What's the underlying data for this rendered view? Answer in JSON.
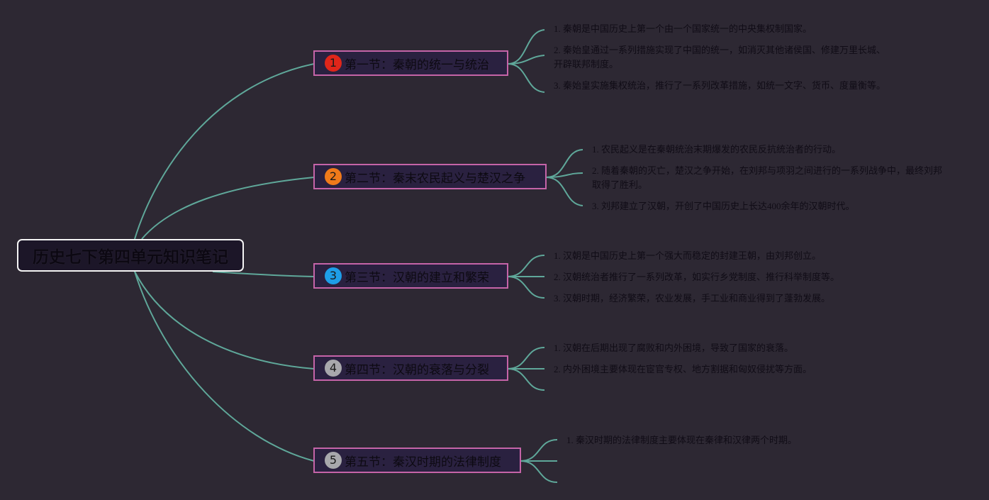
{
  "root": {
    "title": "历史七下第四单元知识笔记"
  },
  "sections": [
    {
      "number": "1",
      "badge_color": "#e0261a",
      "title": "第一节：秦朝的统一与统治",
      "points": [
        "1. 秦朝是中国历史上第一个由一个国家统一的中央集权制国家。",
        "2. 秦始皇通过一系列措施实现了中国的统一，如消灭其他诸侯国、修建万里长城、开辟联邦制度。",
        "3. 秦始皇实施集权统治，推行了一系列改革措施，如统一文字、货币、度量衡等。"
      ]
    },
    {
      "number": "2",
      "badge_color": "#f07a1a",
      "title": "第二节：秦末农民起义与楚汉之争",
      "points": [
        "1. 农民起义是在秦朝统治末期爆发的农民反抗统治者的行动。",
        "2. 随着秦朝的灭亡，楚汉之争开始，在刘邦与项羽之间进行的一系列战争中，最终刘邦取得了胜利。",
        "3. 刘邦建立了汉朝，开创了中国历史上长达400余年的汉朝时代。"
      ]
    },
    {
      "number": "3",
      "badge_color": "#1e9ee8",
      "title": "第三节：汉朝的建立和繁荣",
      "points": [
        "1. 汉朝是中国历史上第一个强大而稳定的封建王朝，由刘邦创立。",
        "2. 汉朝统治者推行了一系列改革，如实行乡党制度、推行科举制度等。",
        "3. 汉朝时期，经济繁荣，农业发展，手工业和商业得到了蓬勃发展。"
      ]
    },
    {
      "number": "4",
      "badge_color": "#a8a8ac",
      "title": "第四节：汉朝的衰落与分裂",
      "points": [
        "1. 汉朝在后期出现了腐败和内外困境，导致了国家的衰落。",
        "2. 内外困境主要体现在宦官专权、地方割据和匈奴侵扰等方面。",
        ""
      ]
    },
    {
      "number": "5",
      "badge_color": "#a8a8ac",
      "title": "第五节：秦汉时期的法律制度",
      "points": [
        "1. 秦汉时期的法律制度主要体现在秦律和汉律两个时期。",
        "",
        ""
      ]
    }
  ],
  "colors": {
    "connector": "#5fa89a",
    "node_border": "#c564a8",
    "background": "#2d2833"
  }
}
